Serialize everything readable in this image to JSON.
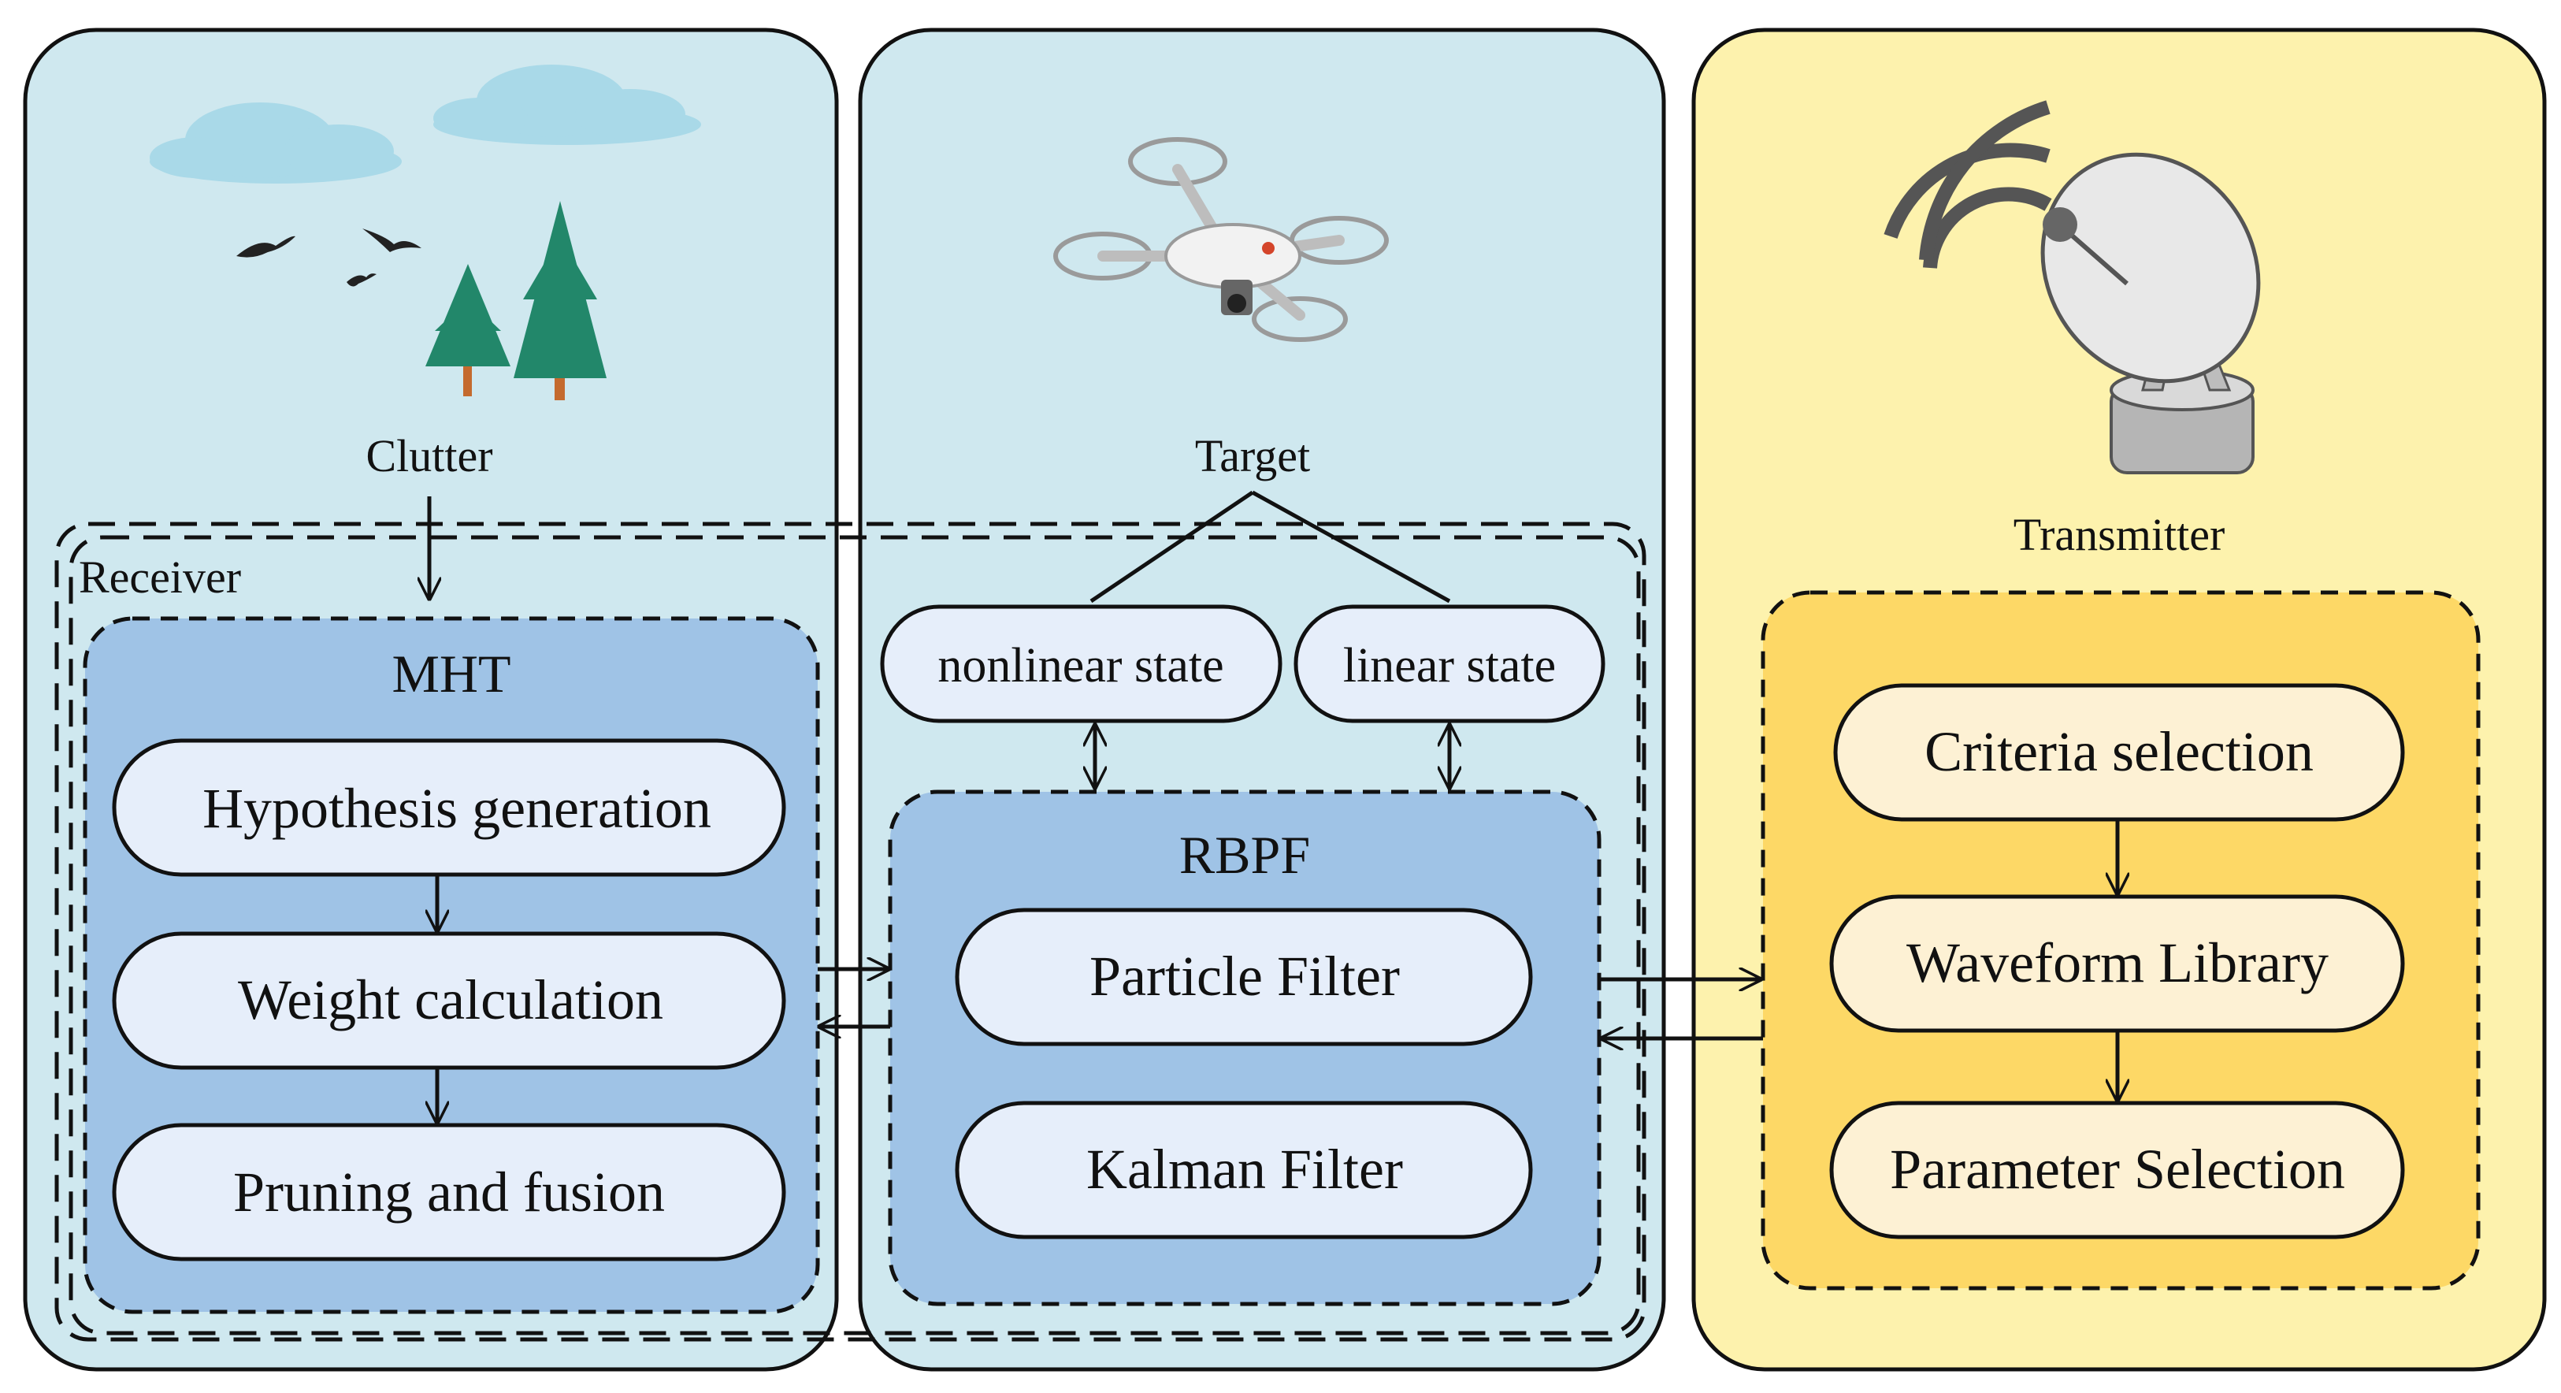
{
  "panels": {
    "clutter": {
      "label": "Clutter"
    },
    "target": {
      "label": "Target"
    },
    "transmitter": {
      "label": "Transmitter"
    }
  },
  "receiver": {
    "label": "Receiver",
    "mht": {
      "title": "MHT",
      "steps": [
        "Hypothesis generation",
        "Weight calculation",
        "Pruning and fusion"
      ]
    },
    "states": [
      "nonlinear state",
      "linear state"
    ],
    "rbpf": {
      "title": "RBPF",
      "filters": [
        "Particle Filter",
        "Kalman Filter"
      ]
    }
  },
  "transmitter_steps": [
    "Criteria selection",
    "Waveform Library",
    "Parameter Selection"
  ],
  "colors": {
    "panel_blue": "#cfe8ef",
    "panel_yellow": "#fdf2ad",
    "module_blue": "#9fc3e6",
    "pill_blue": "#e6eefa",
    "module_yellow": "#fdd866",
    "pill_yellow": "#fdf1d4",
    "tree_green": "#22876a",
    "cloud": "#a9d9e8",
    "line": "#111111"
  },
  "icons": {
    "clutter": [
      "cloud-icon",
      "bird-icon",
      "tree-icon"
    ],
    "target": "drone-icon",
    "transmitter": "radar-dish-icon"
  }
}
